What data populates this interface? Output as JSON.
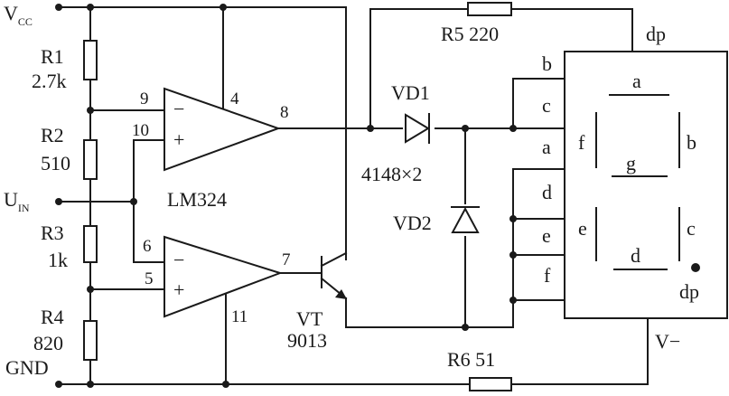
{
  "supply": {
    "vcc": "V",
    "vcc_sub": "CC",
    "gnd": "GND",
    "vin": "U",
    "vin_sub": "IN",
    "vminus": "V−"
  },
  "resistors": {
    "r1": {
      "name": "R1",
      "value": "2.7k"
    },
    "r2": {
      "name": "R2",
      "value": "510"
    },
    "r3": {
      "name": "R3",
      "value": "1k"
    },
    "r4": {
      "name": "R4",
      "value": "820"
    },
    "r5": {
      "label": "R5 220"
    },
    "r6": {
      "label": "R6 51"
    }
  },
  "opamp": {
    "part": "LM324",
    "pins": {
      "p9": "9",
      "p10": "10",
      "p4": "4",
      "p8": "8",
      "p6": "6",
      "p5": "5",
      "p7": "7",
      "p11": "11"
    },
    "upper_minus": "−",
    "upper_plus": "+",
    "lower_minus": "−",
    "lower_plus": "+"
  },
  "transistor": {
    "name": "VT",
    "part": "9013"
  },
  "diodes": {
    "vd1": "VD1",
    "vd2": "VD2",
    "part": "4148×2"
  },
  "display": {
    "pins": {
      "dp": "dp",
      "b": "b",
      "c": "c",
      "a": "a",
      "d": "d",
      "e": "e",
      "f": "f"
    },
    "segments": {
      "a": "a",
      "b": "b",
      "c": "c",
      "d": "d",
      "e": "e",
      "f": "f",
      "g": "g",
      "dp": "dp"
    }
  },
  "colors": {
    "ink": "#1a1a1a",
    "paper": "#ffffff"
  }
}
